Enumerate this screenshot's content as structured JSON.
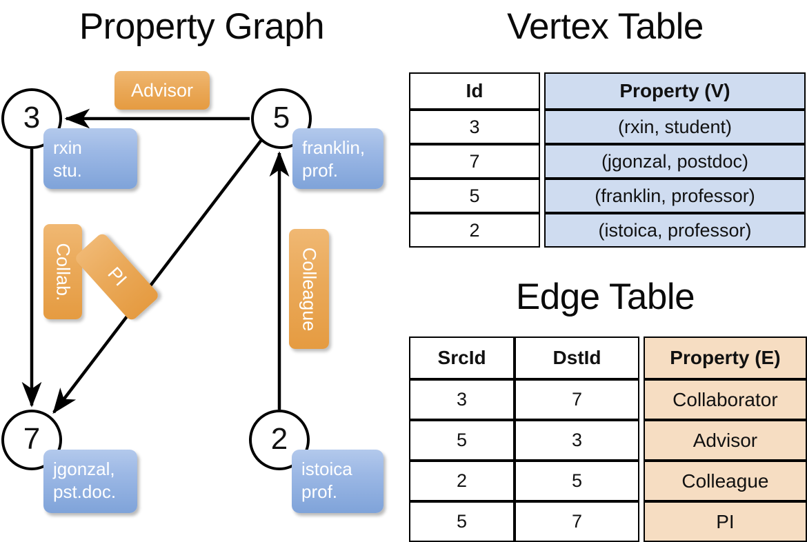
{
  "titles": {
    "property_graph": "Property Graph",
    "vertex_table": "Vertex Table",
    "edge_table": "Edge Table"
  },
  "graph": {
    "nodes": [
      {
        "id": "3",
        "prop_line1": "rxin",
        "prop_line2": "stu."
      },
      {
        "id": "5",
        "prop_line1": "franklin,",
        "prop_line2": "prof."
      },
      {
        "id": "7",
        "prop_line1": "jgonzal,",
        "prop_line2": "pst.doc."
      },
      {
        "id": "2",
        "prop_line1": "istoica",
        "prop_line2": "prof."
      }
    ],
    "edge_labels": {
      "advisor": "Advisor",
      "collab": "Collab.",
      "pi": "PI",
      "colleague": "Colleague"
    },
    "edges": [
      {
        "src": "5",
        "dst": "3",
        "label": "Advisor"
      },
      {
        "src": "3",
        "dst": "7",
        "label": "Collab."
      },
      {
        "src": "5",
        "dst": "7",
        "label": "PI"
      },
      {
        "src": "2",
        "dst": "5",
        "label": "Colleague"
      }
    ]
  },
  "vertex_table": {
    "headers": [
      "Id",
      "Property (V)"
    ],
    "rows": [
      {
        "id": "3",
        "property": "(rxin, student)"
      },
      {
        "id": "7",
        "property": "(jgonzal, postdoc)"
      },
      {
        "id": "5",
        "property": "(franklin, professor)"
      },
      {
        "id": "2",
        "property": "(istoica, professor)"
      }
    ]
  },
  "edge_table": {
    "headers": [
      "SrcId",
      "DstId",
      "Property (E)"
    ],
    "rows": [
      {
        "src": "3",
        "dst": "7",
        "property": "Collaborator"
      },
      {
        "src": "5",
        "dst": "3",
        "property": "Advisor"
      },
      {
        "src": "2",
        "dst": "5",
        "property": "Colleague"
      },
      {
        "src": "5",
        "dst": "7",
        "property": "PI"
      }
    ]
  },
  "colors": {
    "vertex_property_fill": "#cfdcf0",
    "edge_property_fill": "#f6ddc2",
    "node_box_blue": "#9cb8e5",
    "edge_label_orange": "#eaa959",
    "stroke": "#000000"
  }
}
